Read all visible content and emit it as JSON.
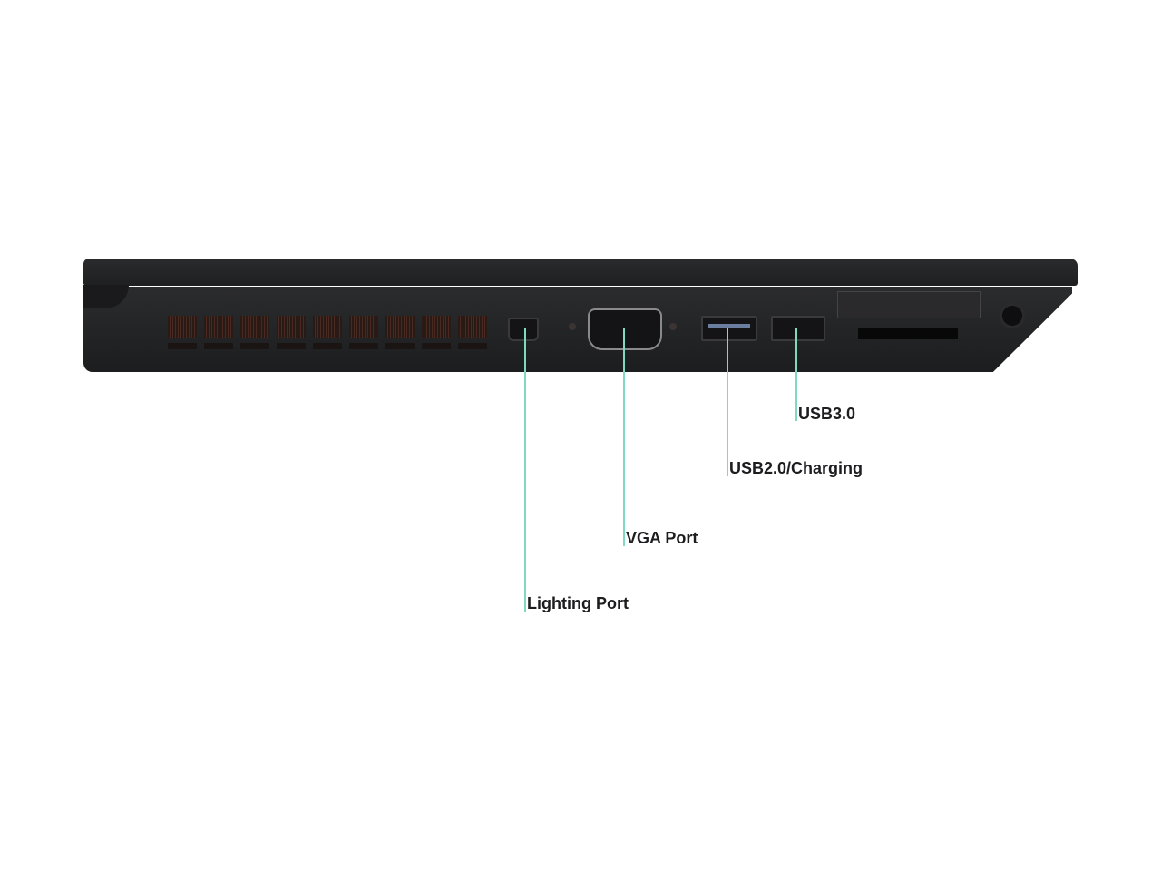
{
  "image": {
    "subject": "laptop-left-side-ports",
    "accent_color": "#7fd8c0",
    "callouts": [
      {
        "label": "Lighting Port"
      },
      {
        "label": "VGA Port"
      },
      {
        "label": "USB2.0/Charging"
      },
      {
        "label": "USB3.0"
      }
    ]
  }
}
